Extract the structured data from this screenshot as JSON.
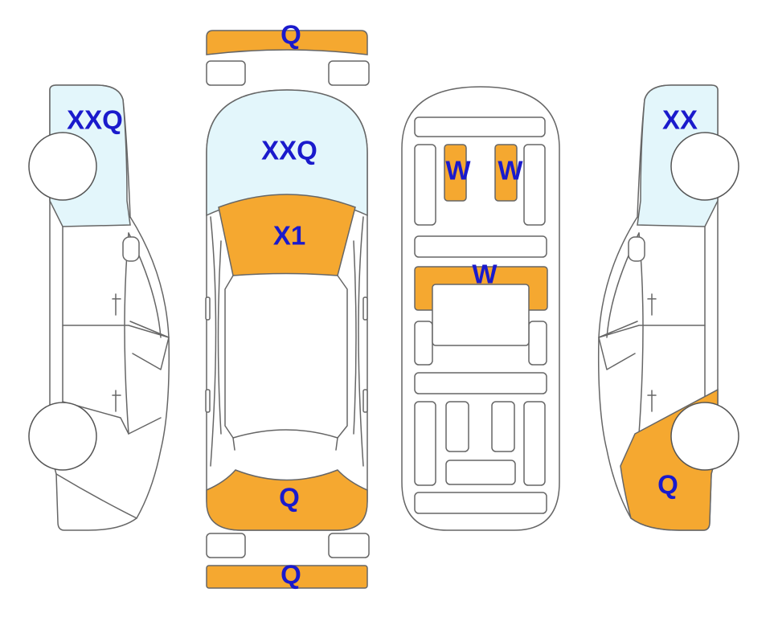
{
  "labels": {
    "left_side_roof": "XXQ",
    "right_side_roof": "XX",
    "right_side_rear": "Q",
    "top_windshield": "XXQ",
    "top_hood": "X1",
    "top_trunk": "Q",
    "front_bumper": "Q",
    "rear_bumper": "Q",
    "floor_seat_left": "W",
    "floor_seat_right": "W",
    "floor_middle": "W"
  },
  "colors": {
    "damage_orange": "#f5a830",
    "glass_blue": "#e3f6fb",
    "label_blue": "#1a1acc",
    "outline": "#666666"
  }
}
